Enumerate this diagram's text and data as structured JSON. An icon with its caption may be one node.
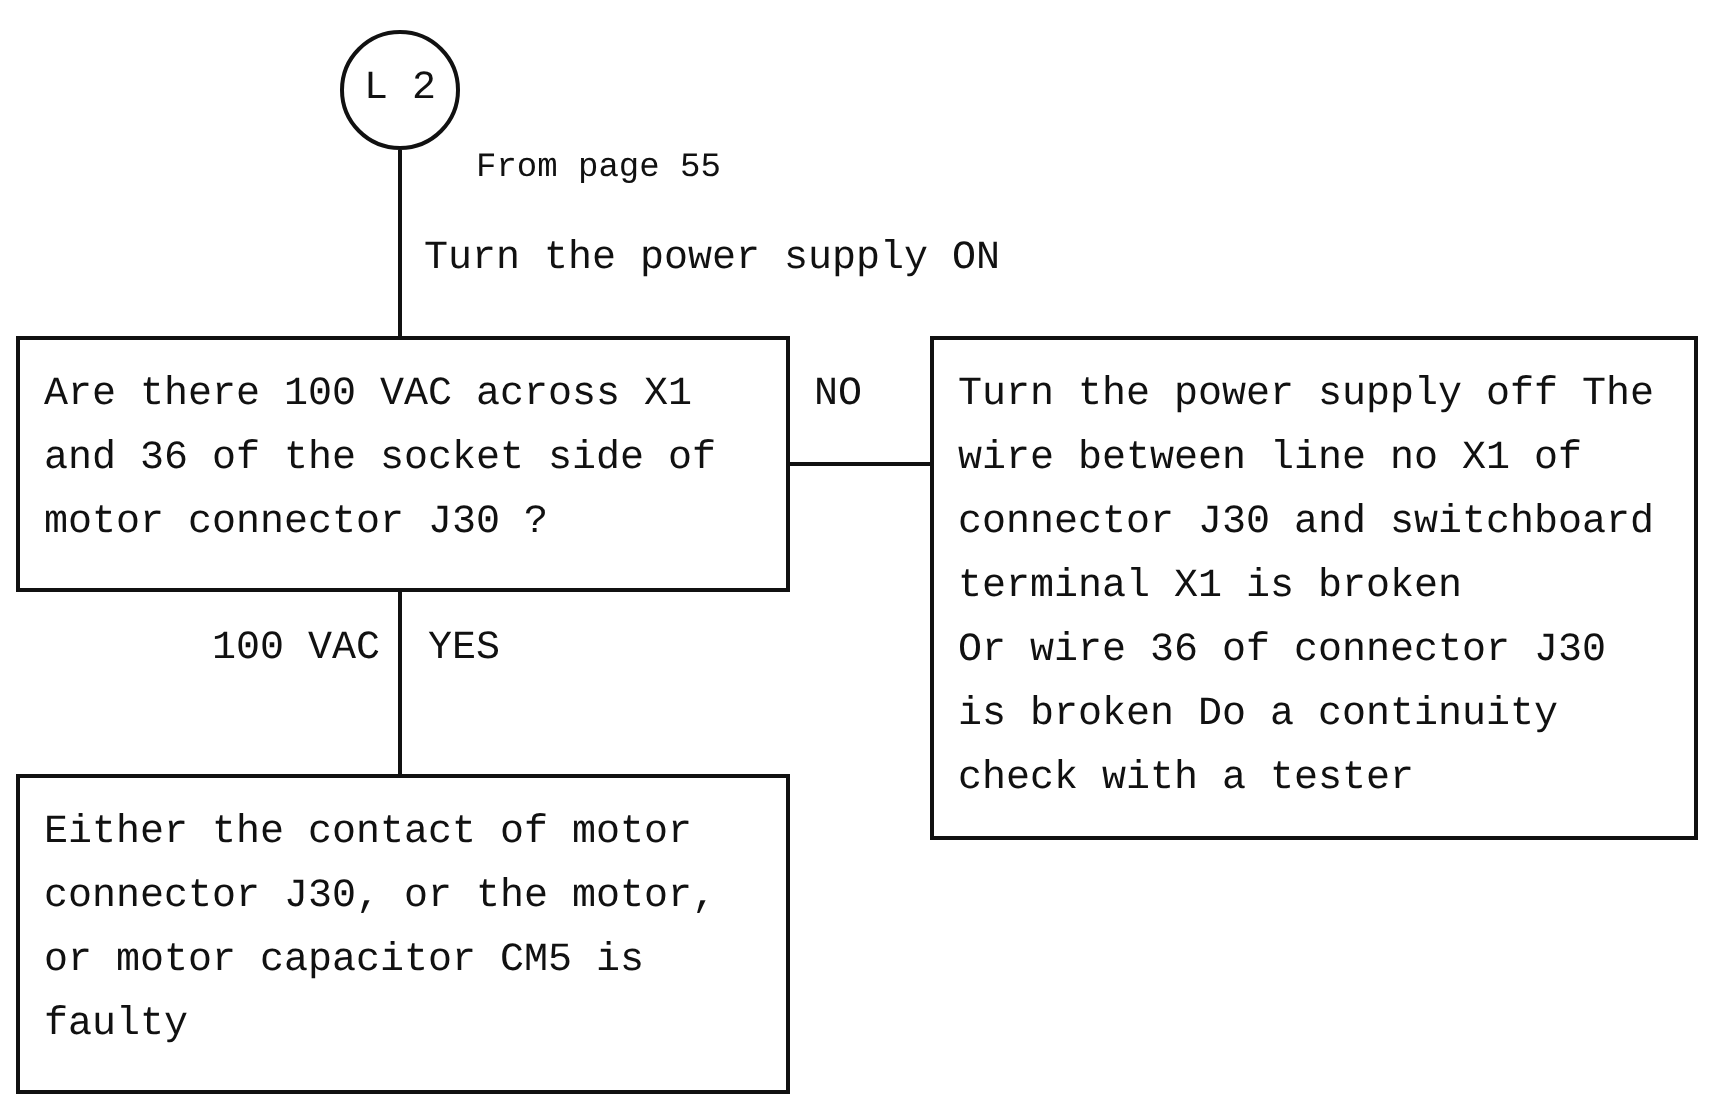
{
  "diagram": {
    "nodes": [
      {
        "text": [
          "L 2"
        ],
        "beside": [
          "From page 55"
        ]
      },
      {
        "text": [
          "Are there 100 VAC across X1 and 36 of the socket side of motor connector J30 ?"
        ]
      },
      {
        "text": [
          "Turn the power supply off The wire between line no X1 of connector J30 and switchboard terminal X1 is broken",
          "Or wire 36 of connector J30 is broken Do a continuity check with a tester"
        ]
      },
      {
        "text": [
          "Either the contact of motor connector J30, or the motor, or motor capacitor CM5 is faulty"
        ]
      }
    ],
    "edges": [
      {
        "from": 0,
        "to": 1,
        "arrow": "none",
        "label": "Turn the power supply ON"
      },
      {
        "from": 1,
        "to": 2,
        "arrow": "none",
        "label": "NO"
      },
      {
        "from": 1,
        "to": 3,
        "arrow": "none",
        "label": "YES"
      }
    ],
    "labels": [
      "100 VAC"
    ]
  }
}
